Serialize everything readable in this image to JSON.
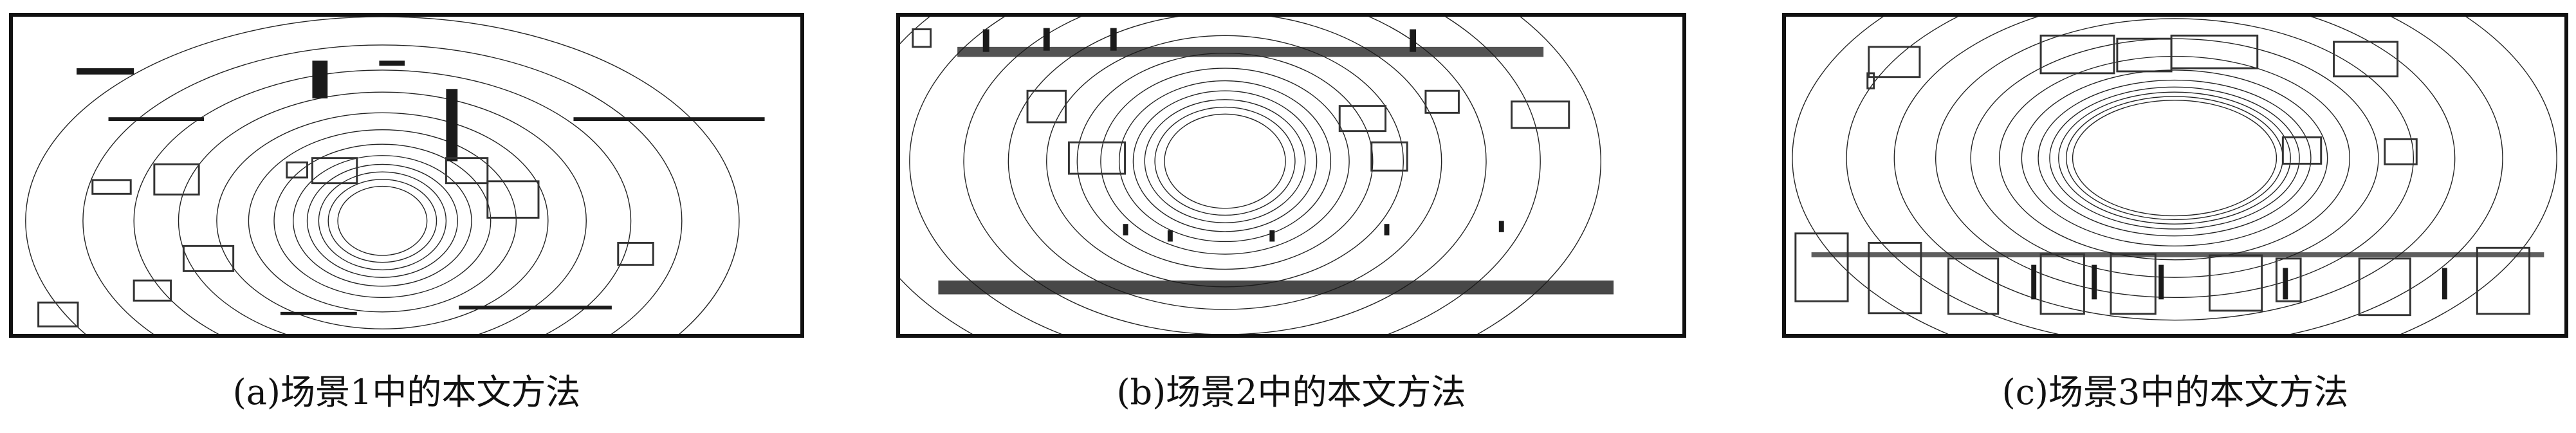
{
  "figure": {
    "panels": [
      {
        "caption": "(a)场景1中的本文方法"
      },
      {
        "caption": "(b)场景2中的本文方法"
      },
      {
        "caption": "(c)场景3中的本文方法"
      }
    ]
  },
  "colors": {
    "ink": "#111111",
    "box": "#333333",
    "background": "#ffffff"
  }
}
